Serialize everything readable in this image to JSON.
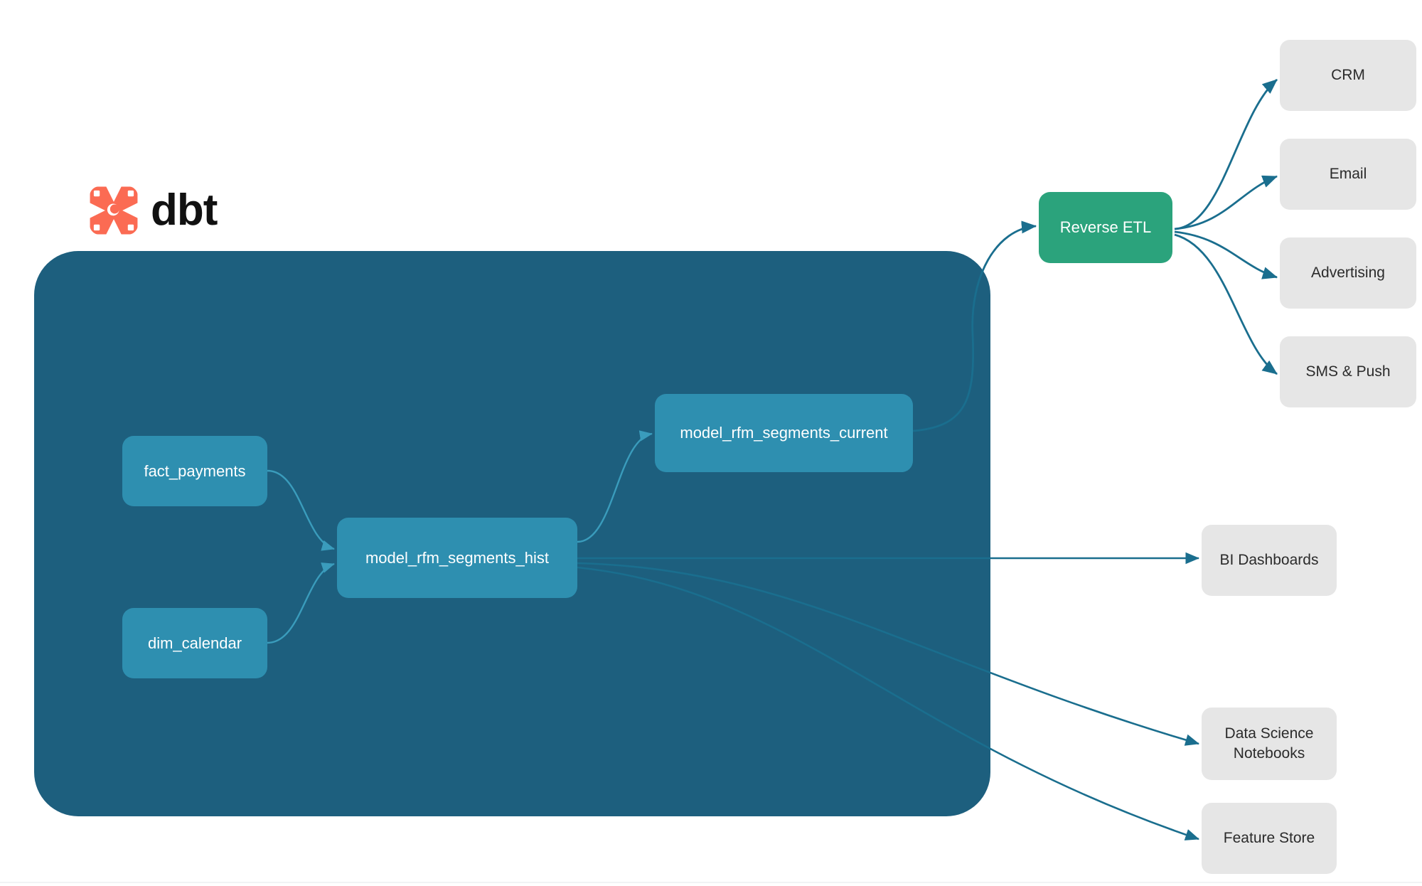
{
  "logo": {
    "name": "dbt-logo",
    "wordmark": "dbt",
    "mark_color": "#FB6B53",
    "wordmark_color": "#111111"
  },
  "colors": {
    "container_bg": "#1D5F7E",
    "model_node": "#2E8FB0",
    "reverse_etl_node": "#2BA37C",
    "destination_node": "#E6E6E6",
    "edge_outer": "#1A6E8E",
    "edge_inner": "#2E8FB0",
    "page_bg": "#FFFFFF"
  },
  "container": {
    "name": "dbt-project-container"
  },
  "models": {
    "sources": [
      {
        "id": "fact_payments",
        "label": "fact_payments"
      },
      {
        "id": "dim_calendar",
        "label": "dim_calendar"
      }
    ],
    "transforms": [
      {
        "id": "model_rfm_segments_hist",
        "label": "model_rfm_segments_hist"
      },
      {
        "id": "model_rfm_segments_current",
        "label": "model_rfm_segments_current"
      }
    ]
  },
  "activation": {
    "hub": {
      "id": "reverse_etl",
      "label": "Reverse ETL"
    },
    "destinations": [
      {
        "id": "crm",
        "label": "CRM"
      },
      {
        "id": "email",
        "label": "Email"
      },
      {
        "id": "advertising",
        "label": "Advertising"
      },
      {
        "id": "sms_push",
        "label": "SMS & Push"
      }
    ]
  },
  "consumers": [
    {
      "id": "bi_dashboards",
      "label": "BI Dashboards"
    },
    {
      "id": "ds_notebooks",
      "label": "Data Science\nNotebooks",
      "line1": "Data Science",
      "line2": "Notebooks"
    },
    {
      "id": "feature_store",
      "label": "Feature Store"
    }
  ],
  "edges": [
    {
      "from": "fact_payments",
      "to": "model_rfm_segments_hist"
    },
    {
      "from": "dim_calendar",
      "to": "model_rfm_segments_hist"
    },
    {
      "from": "model_rfm_segments_hist",
      "to": "model_rfm_segments_current"
    },
    {
      "from": "model_rfm_segments_current",
      "to": "reverse_etl"
    },
    {
      "from": "reverse_etl",
      "to": "crm"
    },
    {
      "from": "reverse_etl",
      "to": "email"
    },
    {
      "from": "reverse_etl",
      "to": "advertising"
    },
    {
      "from": "reverse_etl",
      "to": "sms_push"
    },
    {
      "from": "model_rfm_segments_hist",
      "to": "bi_dashboards"
    },
    {
      "from": "model_rfm_segments_hist",
      "to": "ds_notebooks"
    },
    {
      "from": "model_rfm_segments_hist",
      "to": "feature_store"
    }
  ]
}
